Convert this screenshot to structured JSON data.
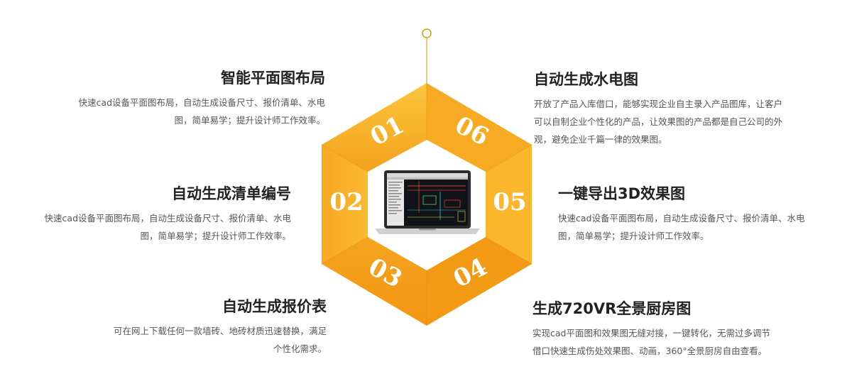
{
  "features": {
    "f1": {
      "number": "01",
      "title": "智能平面图布局",
      "desc_line1": "快速cad设备平面图布局，自动生成设备尺寸、报价清单、水电",
      "desc_line2": "图，简单易学；提升设计师工作效率。"
    },
    "f2": {
      "number": "02",
      "title": "自动生成清单编号",
      "desc_line1": "快速cad设备平面图布局，自动生成设备尺寸、报价清单、水电",
      "desc_line2": "图，简单易学；提升设计师工作效率。"
    },
    "f3": {
      "number": "03",
      "title": "自动生成报价表",
      "desc_line1": "可在网上下载任何一款墙砖、地砖材质迅速替换，满足",
      "desc_line2": "个性化需求。"
    },
    "f4": {
      "number": "04",
      "title": "生成720VR全景厨房图",
      "desc_line1": "实现cad平面图和效果图无缝对接，一键转化，无需过多调节",
      "desc_line2": "借口快速生成伤处效果图、动画，360°全景厨房自由查看。"
    },
    "f5": {
      "number": "05",
      "title": "一键导出3D效果图",
      "desc_line1": "快速cad设备平面图布局，自动生成设备尺寸、报价清单、水电",
      "desc_line2": "图，简单易学；提升设计师工作效率。"
    },
    "f6": {
      "number": "06",
      "title": "自动生成水电图",
      "desc_line1": "开放了产品入库借口，能够实现企业自主录入产品图库，让客户",
      "desc_line2": "可以自制企业个性化的产品，让效果图的产品都是自己公司的外",
      "desc_line3": "观，避免企业千篇一律的效果图。"
    }
  },
  "colors": {
    "accent": "#f5a623",
    "accent_dark": "#e8900f",
    "accent_light": "#fbbf3a",
    "text_title": "#222222",
    "text_body": "#555555"
  },
  "icons": {
    "top_marker": "circle-marker-icon",
    "center": "laptop-cad-screen-icon"
  }
}
